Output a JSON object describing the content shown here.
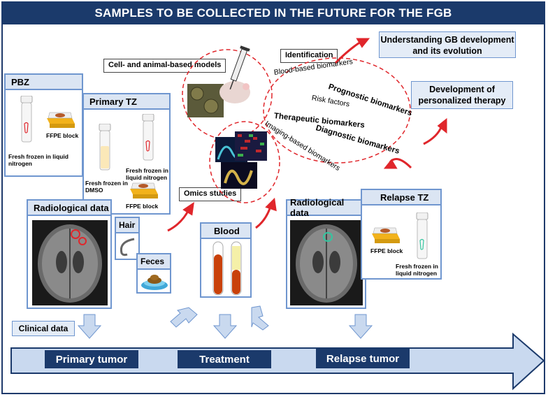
{
  "title": "SAMPLES TO BE COLLECTED IN THE FUTURE FOR THE FGB",
  "pbz": {
    "heading": "PBZ",
    "ffpe_label": "FFPE  block",
    "fresh_label": "Fresh frozen in liquid  nitrogen"
  },
  "primary_tz": {
    "heading": "Primary TZ",
    "dmso_label": "Fresh frozen in DMSO",
    "fresh_label": "Fresh frozen in liquid  nitrogen",
    "ffpe_label": "FFPE  block"
  },
  "radiological_left": {
    "heading": "Radiological data"
  },
  "hair": {
    "label": "Hair"
  },
  "feces": {
    "label": "Feces"
  },
  "blood": {
    "heading": "Blood"
  },
  "radiological_right": {
    "heading": "Radiological data"
  },
  "relapse_tz": {
    "heading": "Relapse TZ",
    "ffpe_label": "FFPE  block",
    "fresh_label": "Fresh frozen in liquid  nitrogen"
  },
  "clinical_data": "Clinical data",
  "cell_models": "Cell- and animal-based models",
  "omics": "Omics studies",
  "identification": "Identification",
  "biomarkers": [
    {
      "text": "Blood-based biomarkers",
      "bold": false
    },
    {
      "text": "Prognostic biomarkers",
      "bold": true
    },
    {
      "text": "Risk factors",
      "bold": false
    },
    {
      "text": "Therapeutic biomarkers",
      "bold": true
    },
    {
      "text": "Diagnostic biomarkers",
      "bold": true
    },
    {
      "text": "Imaging-based biomarkers",
      "bold": false
    }
  ],
  "outcomes": {
    "understanding": "Understanding GB development and its evolution",
    "personalized": "Development of personalized therapy"
  },
  "timeline": {
    "primary": "Primary tumor",
    "treatment": "Treatment",
    "relapse": "Relapse tumor"
  },
  "colors": {
    "title_bg": "#1b3a6b",
    "panel_border": "#6f96cf",
    "panel_head": "#dbe5f3",
    "arrow_red": "#e0262b",
    "timeline_arrow": "#c9d9ef"
  }
}
